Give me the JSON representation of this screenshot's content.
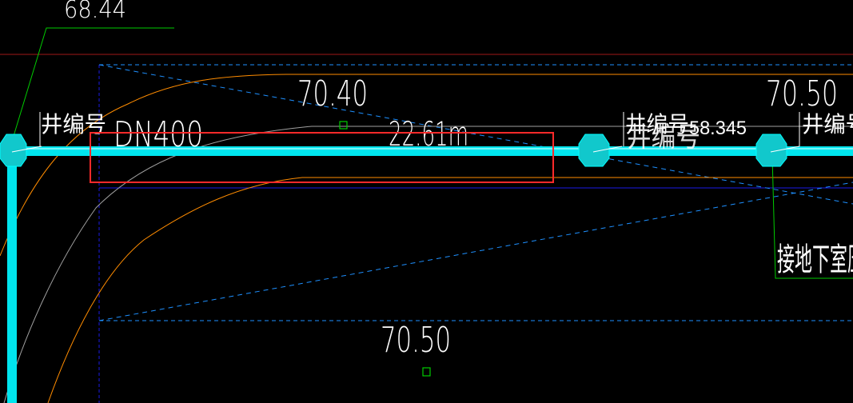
{
  "labels": {
    "top_elev": "68.44",
    "elev_left": "70.40",
    "elev_right": "70.50",
    "elev_bottom": "70.50",
    "pipe_dn": "DN400",
    "pipe_len": "22.61m",
    "well_no_1": "井编号",
    "well_no_2": "井编号",
    "well_no_3": "井编号",
    "well_overlap": "井编号",
    "overlap_elev": "58.345",
    "right_note": "接地下室压"
  },
  "colors": {
    "background": "#000000",
    "pipe": "#00ffff",
    "highlight_box": "#ff2a2a",
    "contour": "#ff8c00",
    "guide_green": "#00cc00",
    "dashed_blue": "#1e90ff",
    "dark_blue": "#1a1ae6",
    "top_red_line": "#b01818"
  }
}
